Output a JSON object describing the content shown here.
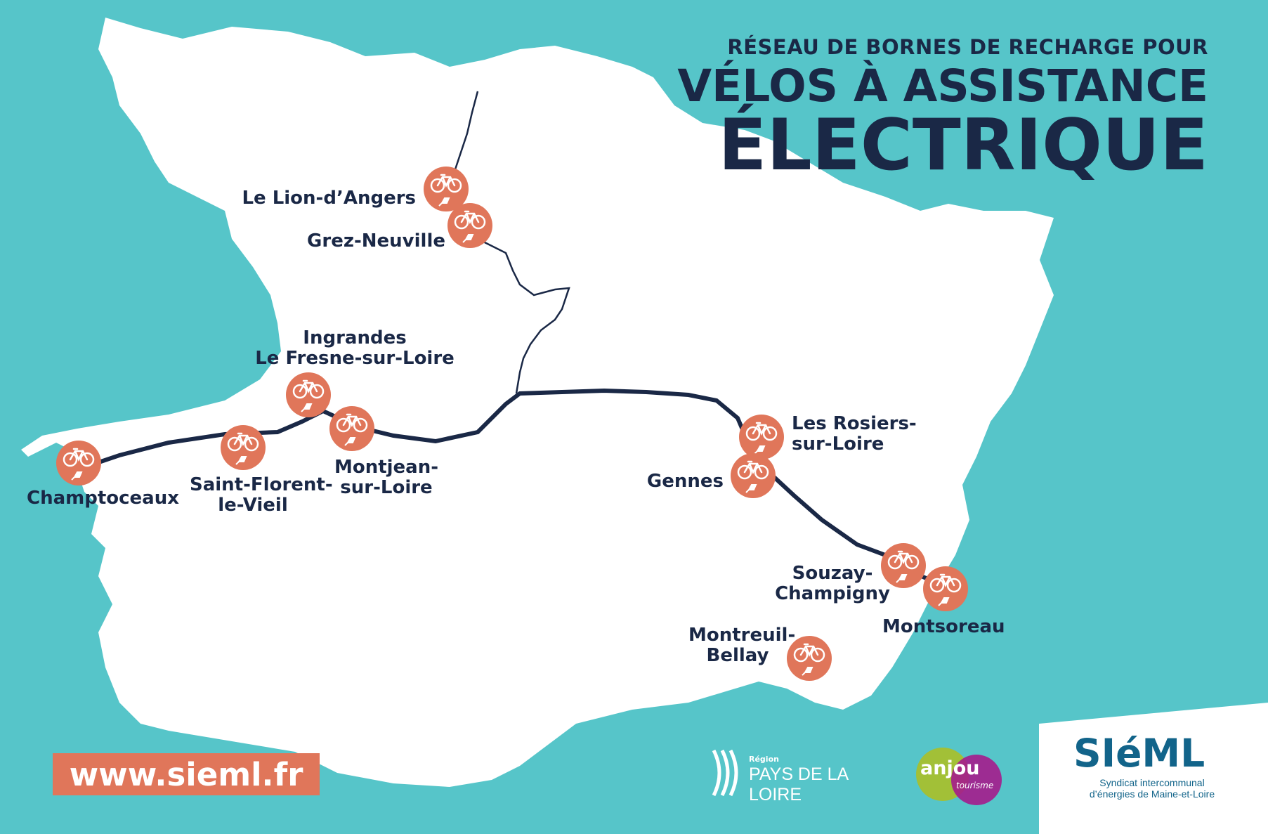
{
  "title": {
    "line1": "RÉSEAU DE BORNES DE RECHARGE POUR",
    "line2": "VÉLOS À ASSISTANCE",
    "line3": "ÉLECTRIQUE"
  },
  "locations": {
    "lion_angers": "Le Lion-d’Angers",
    "grez_neuville": "Grez-Neuville",
    "ingrandes_1": "Ingrandes",
    "ingrandes_2": "Le Fresne-sur-Loire",
    "champtoceaux": "Champtoceaux",
    "st_florent_1": "Saint-Florent-",
    "st_florent_2": "le-Vieil",
    "montjean_1": "Montjean-",
    "montjean_2": "sur-Loire",
    "rosiers_1": "Les Rosiers-",
    "rosiers_2": "sur-Loire",
    "gennes": "Gennes",
    "souzay_1": "Souzay-",
    "souzay_2": "Champigny",
    "montsoreau": "Montsoreau",
    "montreuil_1": "Montreuil-",
    "montreuil_2": "Bellay"
  },
  "footer": {
    "website": "www.sieml.fr",
    "region_small": "Région",
    "region_name": "PAYS DE LA LOIRE",
    "anjou": "anjou",
    "anjou_sub": "tourisme",
    "sieml_logo": "SIéML",
    "sieml_sub_1": "Syndicat intercommunal",
    "sieml_sub_2": "d’énergies de Maine-et-Loire"
  },
  "colors": {
    "sea": "#56c5c9",
    "land": "#ffffff",
    "river": "#1a2846",
    "marker": "#e0765a",
    "text": "#1a2846"
  },
  "icons": {
    "marker": "bike-charging-icon"
  }
}
